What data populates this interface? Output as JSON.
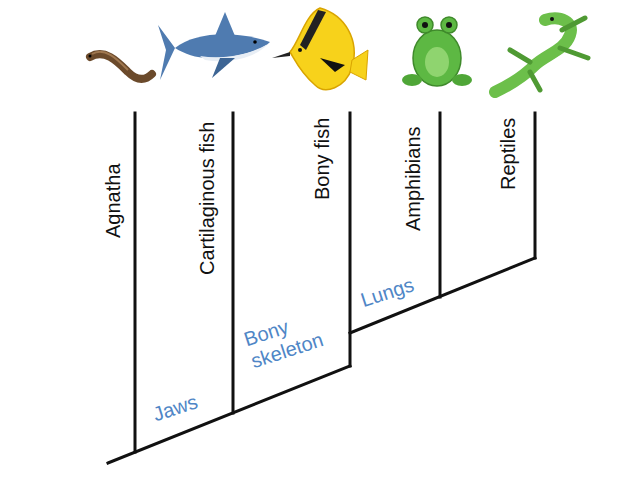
{
  "diagram": {
    "labels": [
      "Agnatha",
      "Cartilaginous fish",
      "Bony fish",
      "Amphibians",
      "Reptiles",
      "Jaws",
      "Bony skeleton",
      "Lungs"
    ]
  }
}
